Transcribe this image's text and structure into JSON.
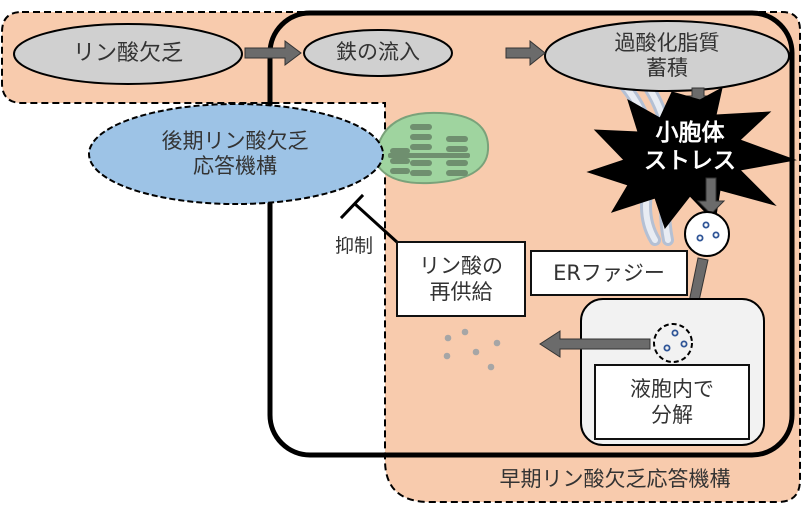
{
  "colors": {
    "early_region_fill": "#f8cbad",
    "node_fill": "#d0d0d0",
    "late_node_fill": "#9dc3e6",
    "mitochondria_fill": "#9fd49f",
    "mitochondria_stroke": "#6f8f6f",
    "er_fill": "#dde3ee",
    "arrow_fill": "#6b6b6b",
    "stress_fill": "#000000",
    "vacuole_fill": "#f2f2f2",
    "vesicle_dot": "#2f5597",
    "phosphate_dot": "#a6a6a6"
  },
  "nodes": {
    "phosphate_starvation": "リン酸欠乏",
    "iron_influx": "鉄の流入",
    "lipid_peroxide": "過酸化脂質\n蓄積",
    "er_stress": "小胞体\nストレス",
    "late_response": "後期リン酸欠乏\n応答機構",
    "phosphate_resupply": "リン酸の\n再供給",
    "er_phagy": "ERファジー",
    "vacuole_degradation": "液胞内で\n分解"
  },
  "labels": {
    "inhibition": "抑制",
    "early_response_region": "早期リン酸欠乏応答機構"
  },
  "edges": [
    {
      "from": "phosphate_starvation",
      "to": "iron_influx",
      "type": "activates"
    },
    {
      "from": "iron_influx",
      "to": "lipid_peroxide",
      "type": "activates"
    },
    {
      "from": "lipid_peroxide",
      "to": "er_stress",
      "type": "activates"
    },
    {
      "from": "er_stress",
      "to": "er_phagy",
      "type": "activates"
    },
    {
      "from": "er_phagy",
      "to": "vacuole_degradation",
      "type": "activates"
    },
    {
      "from": "vacuole_degradation",
      "to": "phosphate_resupply",
      "type": "activates"
    },
    {
      "from": "phosphate_resupply",
      "to": "late_response",
      "type": "inhibits"
    }
  ]
}
